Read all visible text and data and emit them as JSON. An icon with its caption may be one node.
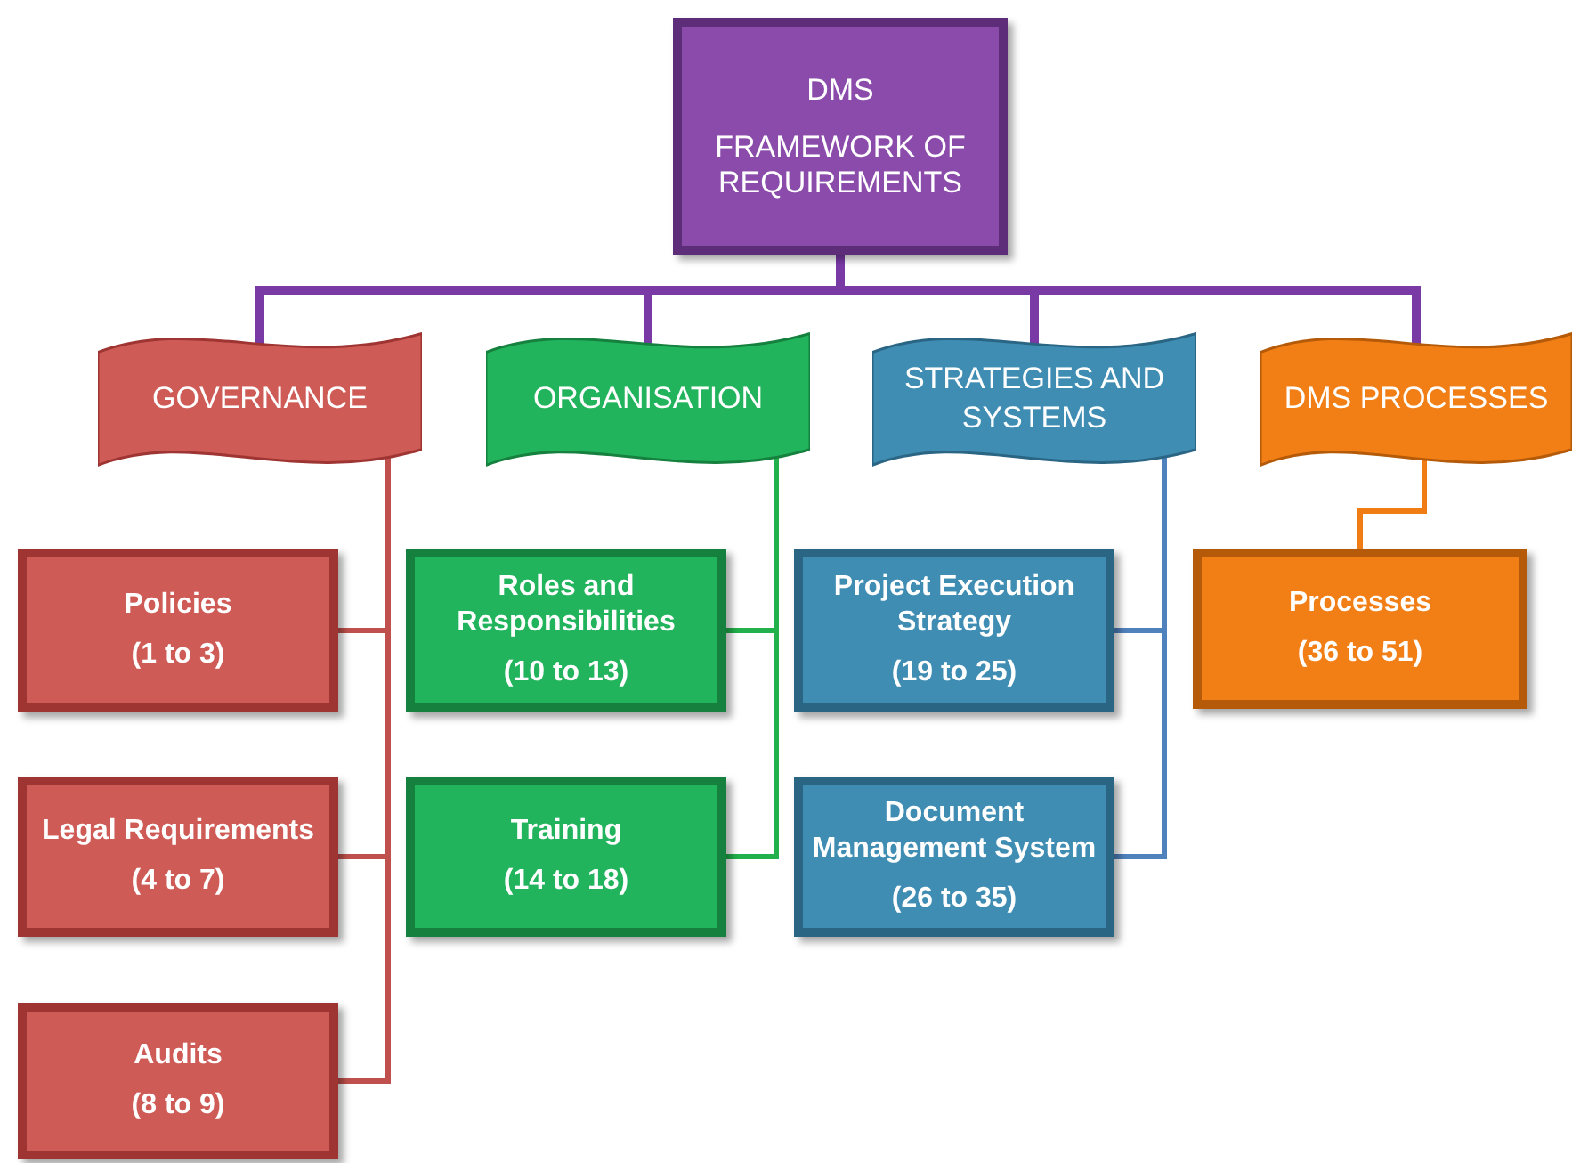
{
  "diagram": {
    "nodes": [
      {
        "text": [
          "DMS",
          "FRAMEWORK OF REQUIREMENTS"
        ]
      },
      {
        "text": [
          "GOVERNANCE"
        ]
      },
      {
        "text": [
          "ORGANISATION"
        ]
      },
      {
        "text": [
          "STRATEGIES AND SYSTEMS"
        ]
      },
      {
        "text": [
          "DMS PROCESSES"
        ]
      },
      {
        "text": [
          "Policies",
          "(1 to 3)"
        ]
      },
      {
        "text": [
          "Legal Requirements",
          "(4 to 7)"
        ]
      },
      {
        "text": [
          "Audits",
          "(8 to 9)"
        ]
      },
      {
        "text": [
          "Roles and Responsibilities",
          "(10 to 13)"
        ]
      },
      {
        "text": [
          "Training",
          "(14 to 18)"
        ]
      },
      {
        "text": [
          "Project Execution Strategy",
          "(19 to 25)"
        ]
      },
      {
        "text": [
          "Document Management System",
          "(26 to 35)"
        ]
      },
      {
        "text": [
          "Processes",
          "(36 to 51)"
        ]
      }
    ],
    "edges": [
      {
        "from": 0,
        "to": 1,
        "arrow": "none"
      },
      {
        "from": 0,
        "to": 2,
        "arrow": "none"
      },
      {
        "from": 0,
        "to": 3,
        "arrow": "none"
      },
      {
        "from": 0,
        "to": 4,
        "arrow": "none"
      },
      {
        "from": 1,
        "to": 5,
        "arrow": "none",
        "color": "#c0504d"
      },
      {
        "from": 1,
        "to": 6,
        "arrow": "none",
        "color": "#c0504d"
      },
      {
        "from": 1,
        "to": 7,
        "arrow": "none",
        "color": "#c0504d"
      },
      {
        "from": 2,
        "to": 8,
        "arrow": "none",
        "color": "#22b14c"
      },
      {
        "from": 2,
        "to": 9,
        "arrow": "none",
        "color": "#22b14c"
      },
      {
        "from": 3,
        "to": 10,
        "arrow": "none",
        "color": "#4f81bd"
      },
      {
        "from": 3,
        "to": 11,
        "arrow": "none",
        "color": "#4f81bd"
      },
      {
        "from": 4,
        "to": 12,
        "arrow": "none",
        "color": "#f07d14"
      }
    ]
  }
}
